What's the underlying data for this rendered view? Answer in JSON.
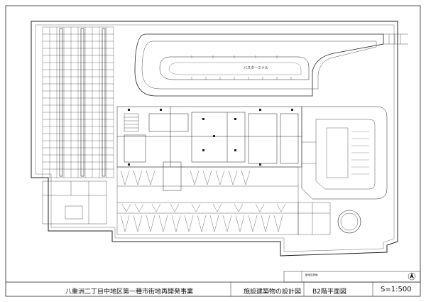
{
  "title_block": {
    "project_name": "八重洲二丁目中地区第一種市街地再開発事業",
    "drawing_type": "施設建築物の設計図",
    "floor_plan": "B2階平面図",
    "scale": "S=1:500"
  },
  "labels": {
    "bus_terminal": "バスターミナル",
    "legend_area": "敷地境界線"
  },
  "colors": {
    "line": "#222222",
    "paper": "#ffffff"
  }
}
